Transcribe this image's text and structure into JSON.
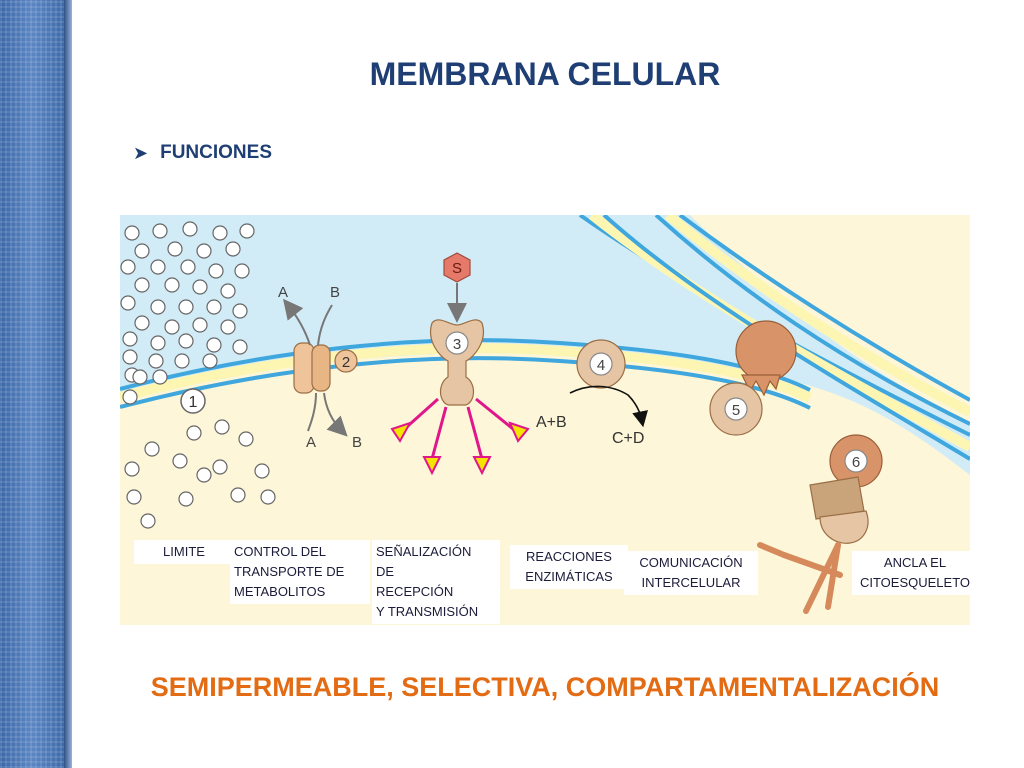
{
  "slide": {
    "title": "MEMBRANA CELULAR",
    "bullet": "FUNCIONES",
    "footer": "SEMIPERMEABLE, SELECTIVA, COMPARTAMENTALIZACIÓN"
  },
  "diagram": {
    "markers": [
      "1",
      "2",
      "3",
      "4",
      "5",
      "6"
    ],
    "signal": "S",
    "transport": {
      "top_a": "A",
      "top_b": "B",
      "bottom_a": "A",
      "bottom_b": "B"
    },
    "enzyme": {
      "substrate": "A+B",
      "product": "C+D"
    },
    "labels": [
      "LIMITE",
      "CONTROL DEL\nTRANSPORTE  DE\nMETABOLITOS",
      "SEÑALIZACIÓN\nDE\nRECEPCIÓN\nY TRANSMISIÓN",
      "REACCIONES\nENZIMÁTICAS",
      "COMUNICACIÓN\nINTERCELULAR",
      "ANCLA EL\nCITOESQUELETO"
    ],
    "colors": {
      "extracellular": "#d2ecf7",
      "cytoplasm": "#fdf6d8",
      "membrane": "#3fa7dd",
      "arrow": "#e0178a",
      "arrowhead": "#f5e400"
    }
  }
}
